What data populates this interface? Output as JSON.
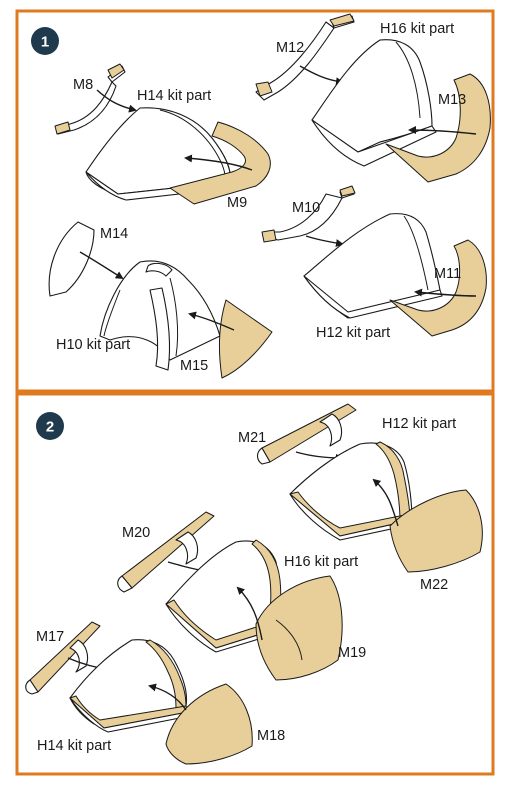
{
  "colors": {
    "frame": "#e07a1f",
    "badge": "#1f3a4d",
    "mask": "#e8cf9a"
  },
  "step1": {
    "number": "1",
    "labels": {
      "m8": "M8",
      "h14": "H14 kit part",
      "m9": "M9",
      "m12": "M12",
      "h16": "H16 kit part",
      "m13": "M13",
      "m14": "M14",
      "h10": "H10 kit part",
      "m15": "M15",
      "m10": "M10",
      "m11": "M11",
      "h12": "H12 kit part"
    }
  },
  "step2": {
    "number": "2",
    "labels": {
      "m21": "M21",
      "h12": "H12 kit part",
      "m22": "M22",
      "m20": "M20",
      "h16": "H16 kit part",
      "m19": "M19",
      "m17": "M17",
      "h14": "H14 kit part",
      "m18": "M18"
    }
  }
}
